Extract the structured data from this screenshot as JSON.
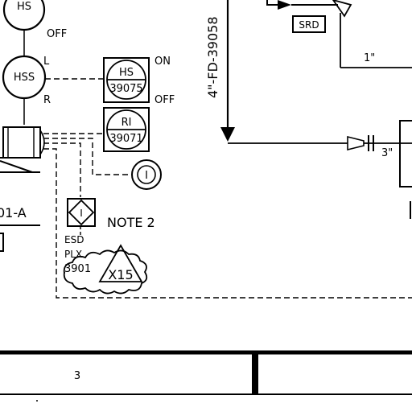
{
  "instruments": {
    "hs_top": {
      "type": "HS",
      "state": "OFF"
    },
    "hss": {
      "type": "HSS",
      "left": "L",
      "right": "R"
    },
    "hs_39075": {
      "type": "HS",
      "tag": "39075",
      "on": "ON",
      "off": "OFF"
    },
    "ri_39071": {
      "type": "RI",
      "tag": "39071"
    },
    "i_right": {
      "label": "I"
    },
    "i_diamond": {
      "label": "I"
    }
  },
  "equipment": {
    "tag_fragment": "01-A"
  },
  "notes": {
    "note2": "NOTE 2",
    "esd": "ESD",
    "plx": "PLX",
    "plx_tag": "3901",
    "revision": "X15"
  },
  "lines": {
    "vertical_line": "4\"-FD-39058",
    "pipe_size_top": "1\"",
    "pipe_size_right": "3\"",
    "srd": "SRD"
  },
  "title_block": {
    "zone": "3"
  }
}
